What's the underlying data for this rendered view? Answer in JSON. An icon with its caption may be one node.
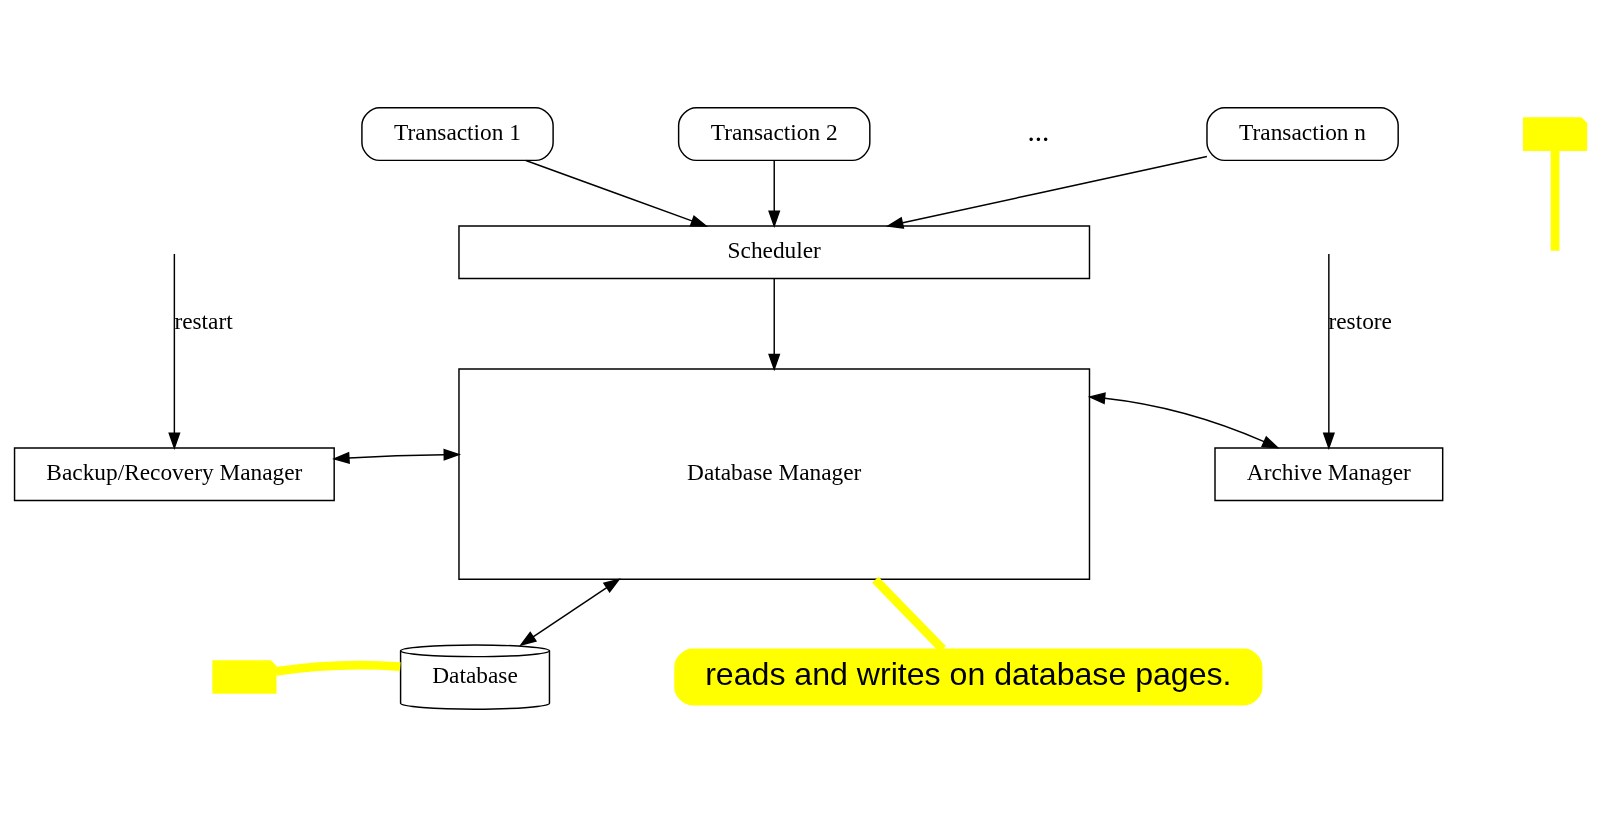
{
  "diagram": {
    "nodes": [
      {
        "text": [
          "Transaction 1"
        ]
      },
      {
        "text": [
          "Transaction 2"
        ]
      },
      {
        "text": [
          "Transaction n"
        ]
      },
      {
        "text": [],
        "shape": "callout"
      },
      {
        "text": [
          "Scheduler"
        ]
      },
      {
        "text": [
          "Backup/Recovery Manager"
        ]
      },
      {
        "text": [
          "Database Manager"
        ]
      },
      {
        "text": [
          "Archive Manager"
        ]
      },
      {
        "text": [
          "Database"
        ]
      },
      {
        "text": [
          "reads and writes on database pages."
        ]
      },
      {
        "text": [],
        "shape": "callout"
      }
    ],
    "edges": [
      {
        "from": 0,
        "to": 4,
        "arrow": "to"
      },
      {
        "from": 1,
        "to": 4,
        "arrow": "to"
      },
      {
        "from": 2,
        "to": 4,
        "arrow": "to"
      },
      {
        "from": 4,
        "to": 6,
        "arrow": "to"
      },
      {
        "from": null,
        "to": 5,
        "arrow": "to",
        "label": "restart"
      },
      {
        "from": null,
        "to": 7,
        "arrow": "to",
        "label": "restore"
      },
      {
        "from": 5,
        "to": 6,
        "arrow": "both"
      },
      {
        "from": 6,
        "to": 7,
        "arrow": "both"
      },
      {
        "from": 6,
        "to": 8,
        "arrow": "both"
      },
      {
        "from": 9,
        "to": 6,
        "arrow": "none",
        "style": "thick",
        "color": "#ffff00"
      },
      {
        "from": 3,
        "to": null,
        "arrow": "none",
        "style": "thick",
        "color": "#ffff00"
      },
      {
        "from": 10,
        "to": 8,
        "arrow": "none",
        "style": "thick",
        "color": "#ffff00"
      }
    ],
    "labels": [
      "..."
    ]
  }
}
